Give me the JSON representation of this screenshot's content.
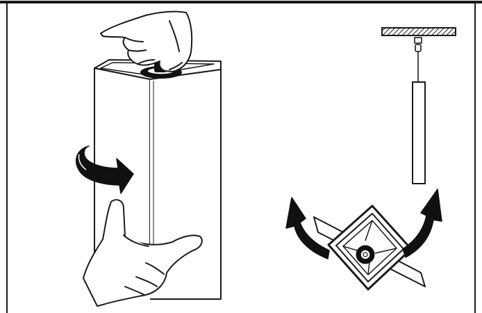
{
  "colors": {
    "ink": "#1a1a1a",
    "paper": "#ffffff",
    "arrow_fill": "#111111"
  },
  "figure": {
    "panels": [
      {
        "name": "rotate-housing",
        "icons": [
          "hand-icon",
          "rotate-arrow-icon",
          "square-housing"
        ]
      },
      {
        "name": "ceiling-pendant",
        "icons": [
          "ceiling-plate",
          "suspension-cable",
          "pendant-tube"
        ]
      },
      {
        "name": "canopy-rotate",
        "icons": [
          "canopy-plate",
          "mounting-bar",
          "curved-arrow-icon"
        ]
      }
    ]
  }
}
